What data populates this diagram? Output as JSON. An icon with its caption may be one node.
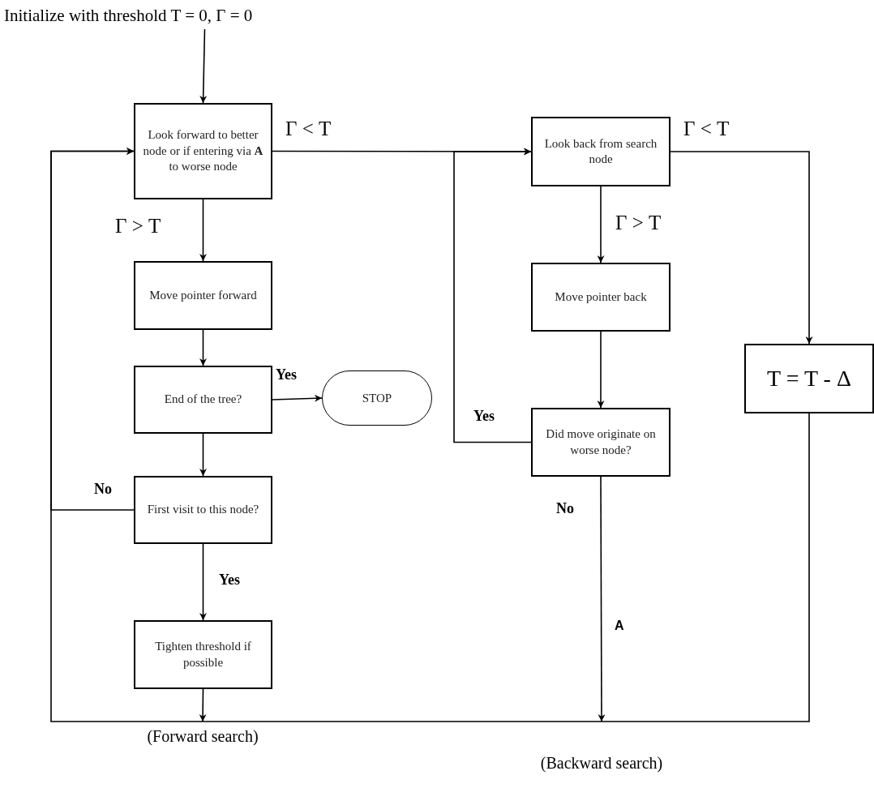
{
  "diagram": {
    "nodes": [
      {
        "text": [
          "Initialize with threshold T = 0, Γ = 0"
        ]
      },
      {
        "text": [
          "Look forward to better node or if entering via **A** to worse node"
        ]
      },
      {
        "text": [
          "Look back from search node"
        ]
      },
      {
        "text": [
          "Move pointer forward"
        ]
      },
      {
        "text": [
          "Move pointer back"
        ]
      },
      {
        "text": [
          "End of the tree?"
        ]
      },
      {
        "text": [
          "STOP"
        ]
      },
      {
        "text": [
          "T = T - Δ"
        ]
      },
      {
        "text": [
          "Did move originate on worse node?"
        ]
      },
      {
        "text": [
          "First visit to this node?"
        ]
      },
      {
        "text": [
          "Tighten threshold if possible"
        ]
      },
      {
        "text": [
          "(Forward search)"
        ]
      },
      {
        "text": [
          "(Backward search)"
        ]
      }
    ],
    "edges": [
      {
        "from": 0,
        "to": 1,
        "arrow": "to"
      },
      {
        "from": 1,
        "to": 2,
        "arrow": "to",
        "label": "Γ < T"
      },
      {
        "from": 1,
        "to": 3,
        "arrow": "to",
        "label": "Γ > T"
      },
      {
        "from": 3,
        "to": 5,
        "arrow": "to"
      },
      {
        "from": 5,
        "to": 6,
        "arrow": "to",
        "label": "Yes"
      },
      {
        "from": 5,
        "to": 9,
        "arrow": "to"
      },
      {
        "from": 9,
        "to": 1,
        "arrow": "to",
        "label": "No"
      },
      {
        "from": 9,
        "to": 10,
        "arrow": "to",
        "label": "Yes"
      },
      {
        "from": 2,
        "to": 4,
        "arrow": "to",
        "label": "Γ > T"
      },
      {
        "from": 4,
        "to": 8,
        "arrow": "to"
      },
      {
        "from": 8,
        "to": 2,
        "arrow": "to",
        "label": "Yes"
      },
      {
        "from": 2,
        "to": 7,
        "arrow": "to",
        "label": "Γ < T"
      },
      {
        "from": 8,
        "to": 12,
        "arrow": "to",
        "label": "No"
      },
      {
        "from": 10,
        "to": 11,
        "arrow": "to"
      },
      {
        "from": 7,
        "to": 1,
        "arrow": "to"
      }
    ],
    "labels": [
      "A"
    ]
  }
}
